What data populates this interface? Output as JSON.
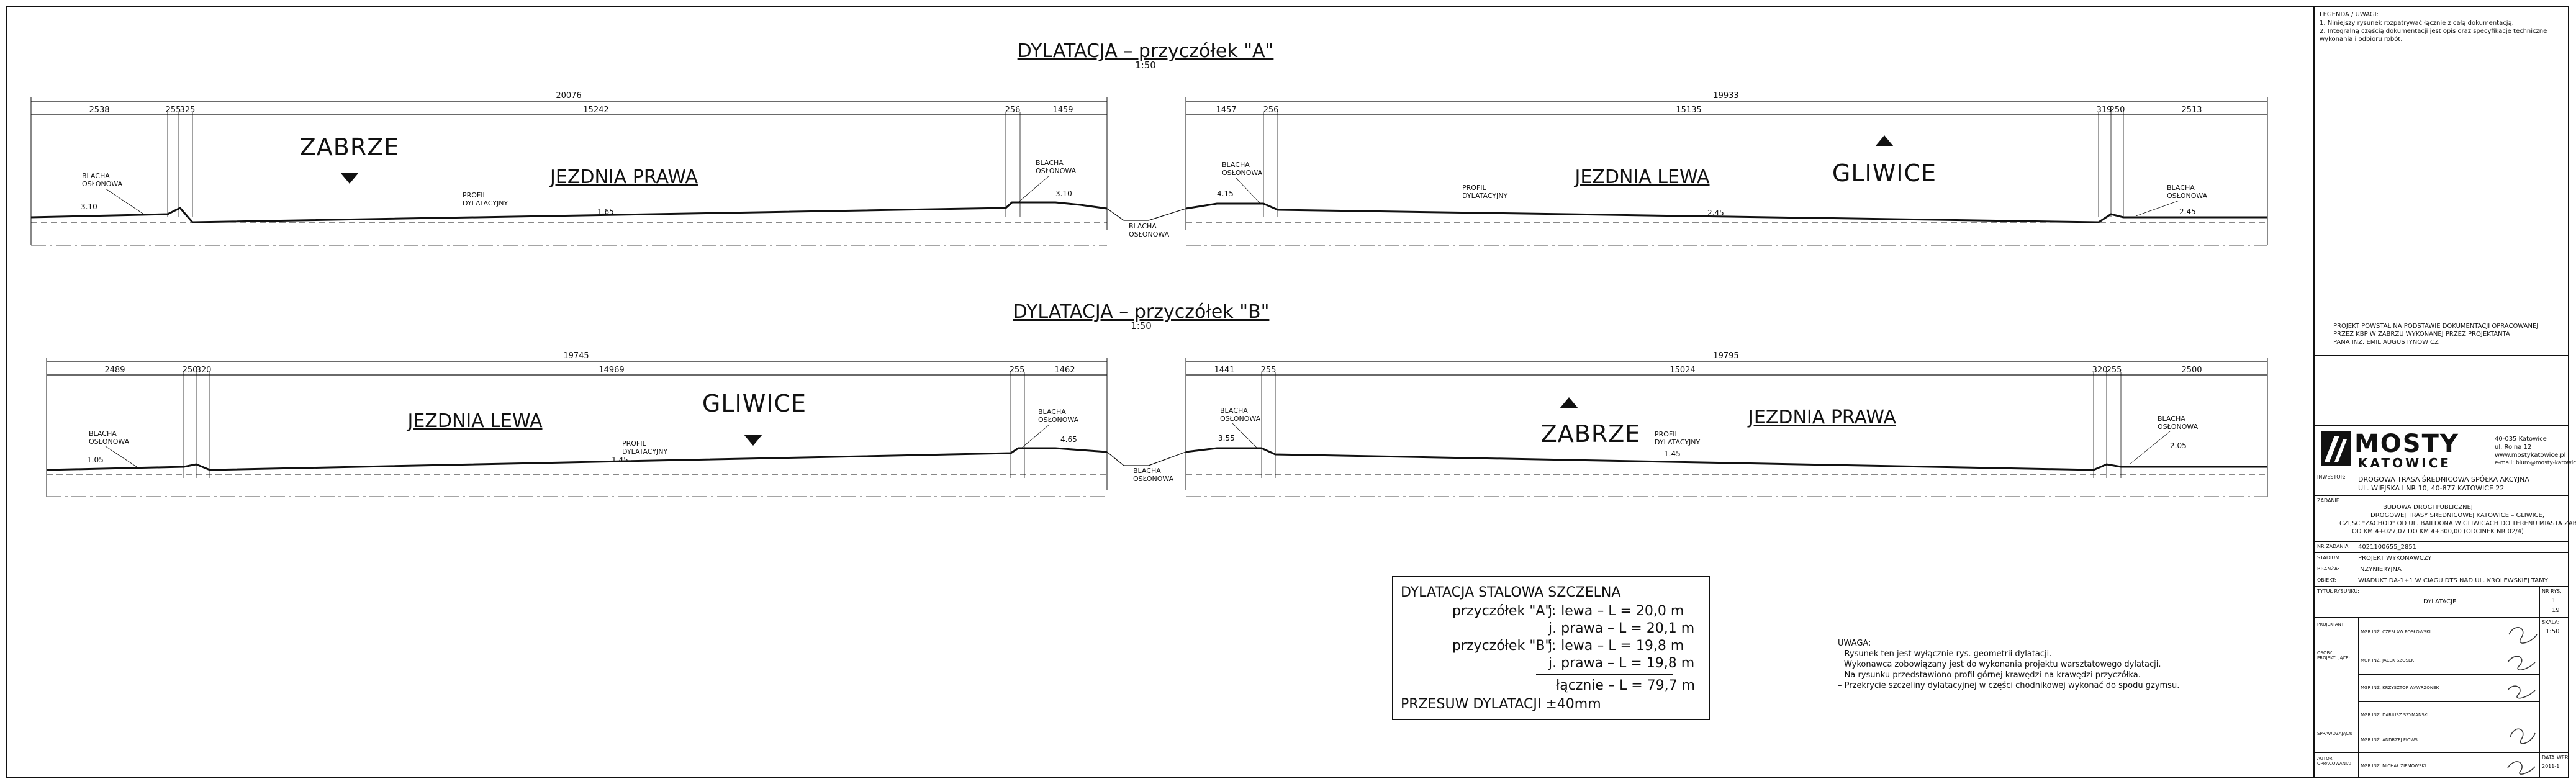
{
  "section_a": {
    "title": "DYLATACJA  –  przyczółek \"A\"",
    "scale": "1:50",
    "dims_total_left": "20076",
    "dims_total_right": "19933",
    "dims_left": [
      "2538",
      "255",
      "325",
      "15242",
      "256",
      "1459"
    ],
    "dims_right": [
      "1457",
      "256",
      "15135",
      "319",
      "250",
      "2513"
    ],
    "city_left": "ZABRZE",
    "road_left": "JEZDNIA PRAWA",
    "city_right": "GLIWICE",
    "road_right": "JEZDNIA LEWA",
    "label_blacha": "BLACHA",
    "label_oslonowa": "OSŁONOWA",
    "label_profil": "PROFIL",
    "label_dylatacyjny": "DYLATACYJNY",
    "slopes": [
      "3.10",
      "1.65",
      "3.10",
      "4.15",
      "2.45",
      "2.45"
    ]
  },
  "section_b": {
    "title": "DYLATACJA  –  przyczółek \"B\"",
    "scale": "1:50",
    "dims_total_left": "19745",
    "dims_total_right": "19795",
    "dims_left": [
      "2489",
      "250",
      "320",
      "14969",
      "255",
      "1462"
    ],
    "dims_right": [
      "1441",
      "255",
      "15024",
      "320",
      "255",
      "2500"
    ],
    "road_left": "JEZDNIA LEWA",
    "city_left": "GLIWICE",
    "city_right": "ZABRZE",
    "road_right": "JEZDNIA PRAWA",
    "slopes": [
      "1.05",
      "1.45",
      "4.65",
      "3.55",
      "1.45",
      "2.05"
    ]
  },
  "summary": {
    "heading": "DYLATACJA STALOWA SZCZELNA",
    "a_label": "przyczółek \"A\":",
    "a_left": "j. lewa – L = 20,0 m",
    "a_right": "j. prawa – L = 20,1 m",
    "b_label": "przyczółek \"B\":",
    "b_left": "j. lewa – L = 19,8 m",
    "b_right": "j. prawa – L = 19,8 m",
    "total": "łącznie – L = 79,7 m",
    "shift": "PRZESUW DYLATACJI ±40mm"
  },
  "notes": {
    "heading": "UWAGA:",
    "lines": [
      "– Rysunek ten jest wyłącznie rys. geometrii dylatacji.",
      "  Wykonawca zobowiązany jest do wykonania projektu warsztatowego dylatacji.",
      "– Na rysunku przedstawiono profil górnej krawędzi na krawędzi przyczółka.",
      "– Przekrycie szczeliny dylatacyjnej w części chodnikowej wykonać do spodu gzymsu."
    ]
  },
  "title_block": {
    "legend_heading": "LEGENDA / UWAGI:",
    "legend_lines": [
      "1. Niniejszy rysunek rozpatrywać łącznie z całą dokumentacją.",
      "2. Integralną częścią dokumentacji jest opis oraz specyfikacje techniczne",
      "   wykonania i odbioru robót."
    ],
    "stamp_lines": [
      "PROJEKT POWSTAŁ NA PODSTAWIE DOKUMENTACJI OPRACOWANEJ",
      "PRZEZ KBP W ZABRZU WYKONANEJ PRZEZ PROJEKTANTA",
      "PANA INŻ. EMIL AUGUSTYNOWICZ"
    ],
    "company": "MOSTY",
    "company_sub": "KATOWICE",
    "company_addr": [
      "40-035 Katowice",
      "ul. Rolna 12",
      "www.mostykatowice.pl",
      "e-mail: biuro@mosty-katowice.pl"
    ],
    "investor_label": "INWESTOR:",
    "investor": [
      "DROGOWA TRASA ŚREDNICOWA SPÓŁKA AKCYJNA",
      "UL. WIEJSKA I NR 10, 40-877 KATOWICE 22"
    ],
    "project_label": "ZADANIE:",
    "project": [
      "BUDOWA DROGI PUBLICZNEJ",
      "DROGOWEJ TRASY ŚREDNICOWEJ KATOWICE – GLIWICE,",
      "CZĘŚĆ \"ZACHÓD\" OD UL. BAILDONA W GLIWICACH DO TERENU MIASTA ZABRZE",
      "OD KM 4+027,07 DO KM 4+300,00  (ODCINEK NR 02/4)"
    ],
    "archive_label": "NR ZADANIA:",
    "archive": "4021100655_2851",
    "stage_label": "STADIUM:",
    "stage": "PROJEKT WYKONAWCZY",
    "branch_label": "BRANŻA:",
    "branch": "INŻYNIERYJNA",
    "object_label": "OBIEKT:",
    "object": "WIADUKT DA-1+1 W CIĄGU DTŚ NAD UL. KRÓLEWSKIEJ TAMY",
    "drawing_label": "TYTUŁ RYSUNKU:",
    "drawing": "DYLATACJE",
    "sheet_label": "NR RYS.",
    "sheet": "1",
    "sheet_no": "19",
    "scale_label": "SKALA:",
    "scale": "1:50",
    "people": [
      {
        "role": "PROJEKTANT:",
        "name": "MGR INŻ. CZESŁAW POSŁOWSKI"
      },
      {
        "role": "OSOBY PROJEKTUJĄCE:",
        "name": "MGR INŻ. JACEK SZOSEK"
      },
      {
        "role": "",
        "name": "MGR INŻ. KRZYSZTOF WAWRZONEK"
      },
      {
        "role": "",
        "name": "MGR INŻ. DARIUSZ SZYMAŃSKI"
      },
      {
        "role": "SPRAWDZAJĄCY:",
        "name": "MGR INŻ. ANDRZEJ FIOWS"
      },
      {
        "role": "AUTOR OPRACOWANIA:",
        "name": "MGR INŻ. MICHAŁ ZIEMOWSKI"
      }
    ],
    "date_label": "DATA:",
    "date": "2011-1",
    "rev_label": "WER."
  }
}
